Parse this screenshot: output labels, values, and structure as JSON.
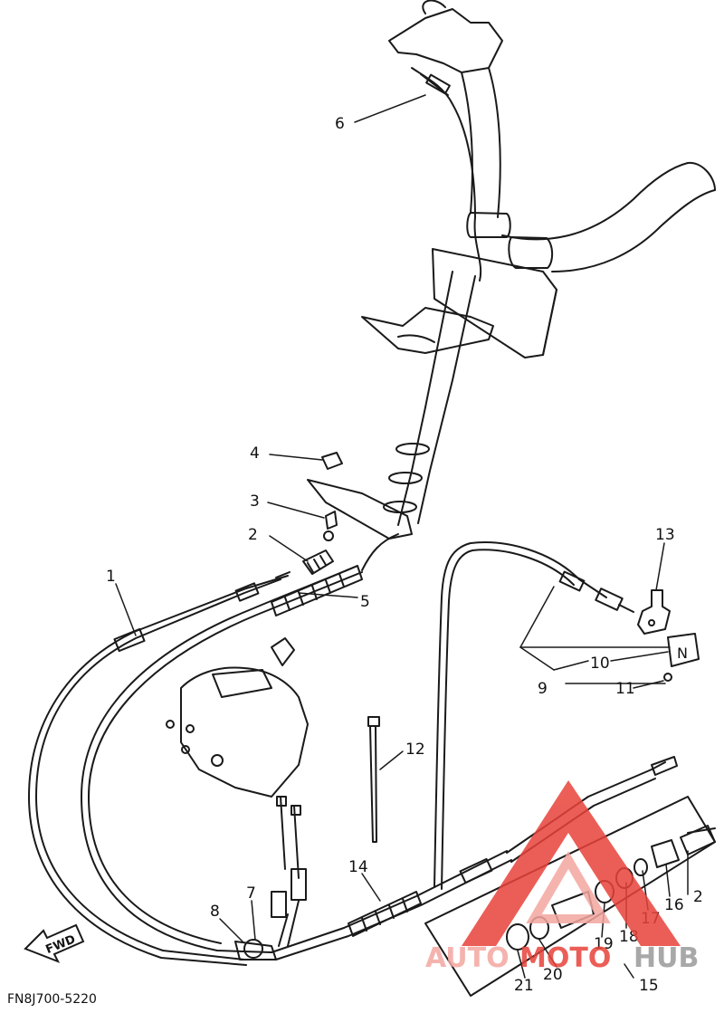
{
  "diagram": {
    "part_code": "FN8J700-5220",
    "direction_label": "FWD",
    "callouts": [
      {
        "id": "c1",
        "text": "1"
      },
      {
        "id": "c2",
        "text": "2"
      },
      {
        "id": "c2b",
        "text": "2"
      },
      {
        "id": "c3",
        "text": "3"
      },
      {
        "id": "c4",
        "text": "4"
      },
      {
        "id": "c5",
        "text": "5"
      },
      {
        "id": "c6",
        "text": "6"
      },
      {
        "id": "c7",
        "text": "7"
      },
      {
        "id": "c8",
        "text": "8"
      },
      {
        "id": "c9",
        "text": "9"
      },
      {
        "id": "c10",
        "text": "10"
      },
      {
        "id": "c11",
        "text": "11"
      },
      {
        "id": "c12",
        "text": "12"
      },
      {
        "id": "c13",
        "text": "13"
      },
      {
        "id": "c14",
        "text": "14"
      },
      {
        "id": "c15",
        "text": "15"
      },
      {
        "id": "c16",
        "text": "16"
      },
      {
        "id": "c17",
        "text": "17"
      },
      {
        "id": "c18",
        "text": "18"
      },
      {
        "id": "c19",
        "text": "19"
      },
      {
        "id": "c20",
        "text": "20"
      },
      {
        "id": "c21",
        "text": "21"
      }
    ],
    "neutral_plate_text": "N",
    "watermark": {
      "text_auto": "AUTO",
      "text_moto": "MOTO",
      "text_hub": "HUB",
      "color_primary": "#e8433a",
      "color_secondary": "#f4a6a1",
      "color_hub": "#9a9a9a"
    }
  }
}
